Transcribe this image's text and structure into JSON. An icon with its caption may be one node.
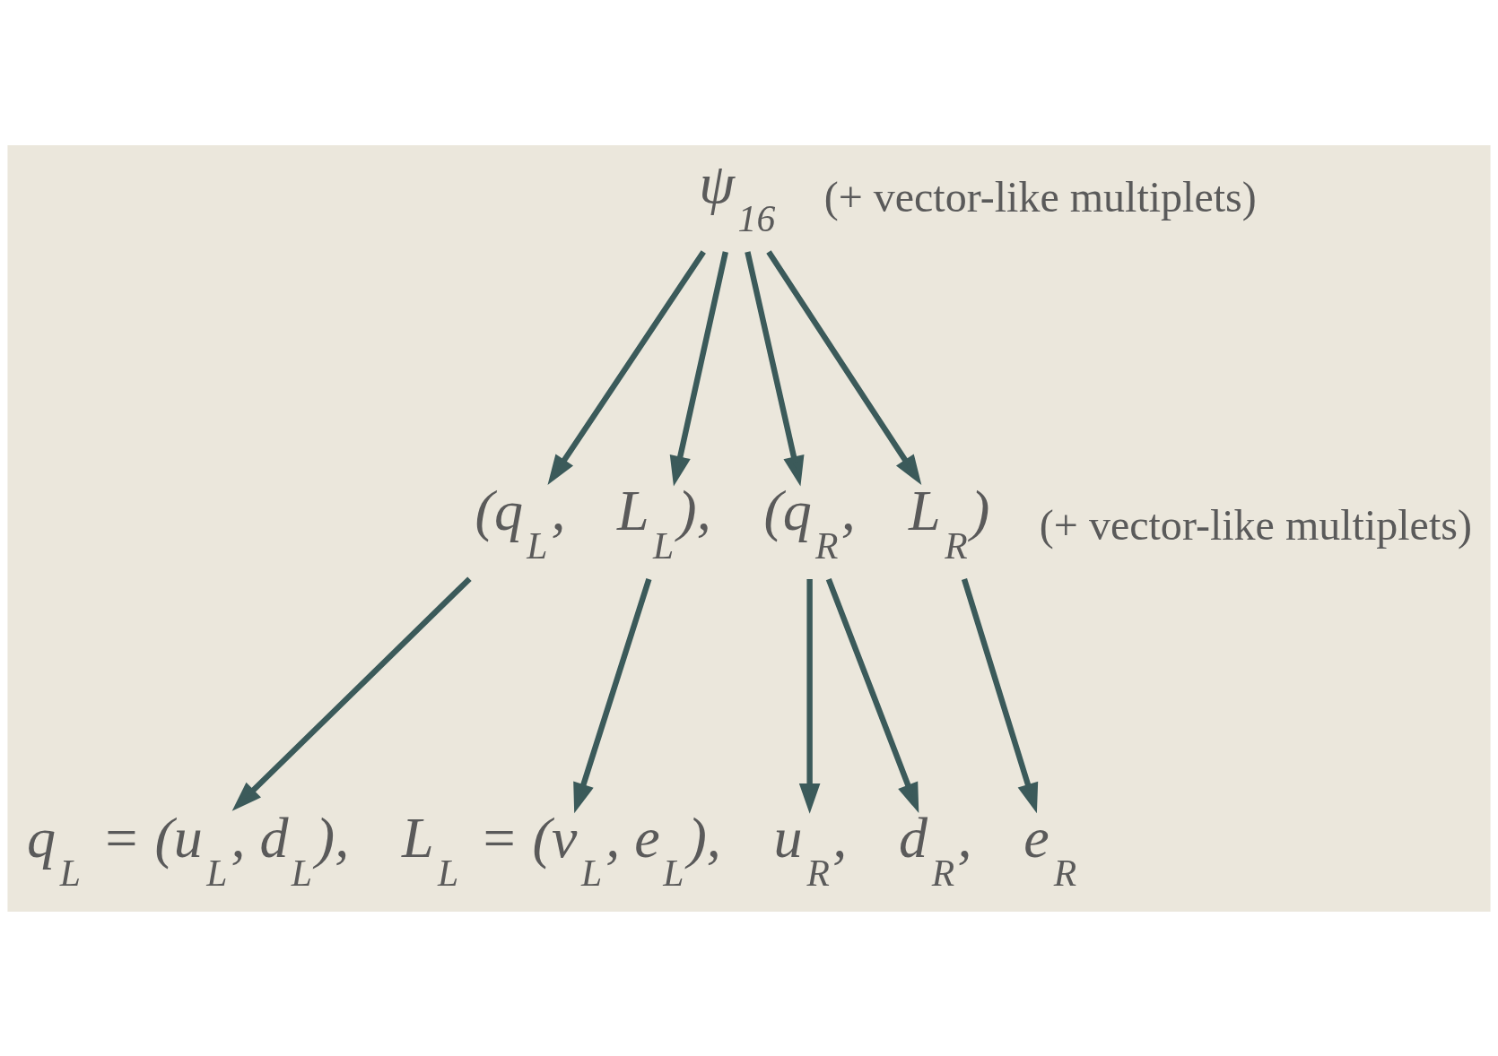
{
  "diagram": {
    "nodes": [
      {
        "text": [
          "ψ$_{16}$"
        ]
      },
      {
        "text": [
          "(q$_{L}$,"
        ]
      },
      {
        "text": [
          "L$_{L}$),"
        ]
      },
      {
        "text": [
          "(q$_{R}$,"
        ]
      },
      {
        "text": [
          "L$_{R}$)"
        ]
      },
      {
        "text": [
          "q$_{L}$ = (u$_{L}$, d$_{L}$),"
        ]
      },
      {
        "text": [
          "L$_{L}$ = (ν$_{L}$, e$_{L}$),"
        ]
      },
      {
        "text": [
          "u$_{R}$,"
        ]
      },
      {
        "text": [
          "d$_{R}$,"
        ]
      },
      {
        "text": [
          "e$_{R}$"
        ]
      }
    ],
    "edges": [
      {
        "from": 0,
        "to": 1,
        "arrow": "to"
      },
      {
        "from": 0,
        "to": 2,
        "arrow": "to"
      },
      {
        "from": 0,
        "to": 3,
        "arrow": "to"
      },
      {
        "from": 0,
        "to": 4,
        "arrow": "to"
      },
      {
        "from": 1,
        "to": 5,
        "arrow": "to"
      },
      {
        "from": 2,
        "to": 6,
        "arrow": "to"
      },
      {
        "from": 3,
        "to": 7,
        "arrow": "to"
      },
      {
        "from": 3,
        "to": 8,
        "arrow": "to"
      },
      {
        "from": 4,
        "to": 9,
        "arrow": "to"
      }
    ],
    "labels": [
      "(+ vector-like multiplets)",
      "(+ vector-like multiplets)"
    ]
  }
}
